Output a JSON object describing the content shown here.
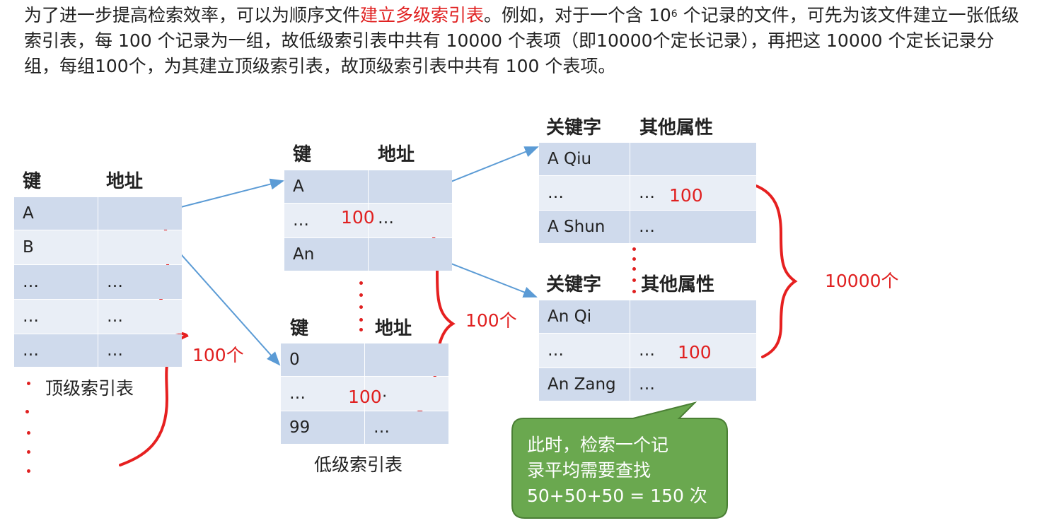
{
  "intro": {
    "part1": "为了进一步提高检索效率，可以为顺序文件",
    "highlight": "建立多级索引表",
    "part2": "。例如，对于一个含 10",
    "sup": "6",
    "part3": " 个记录的文件，可先为该文件建立一张低级索引表，每 100 个记录为一组，故低级索引表中共有 10000 个表项（即10000个定长记录），再把这 10000 个定长记录分组，每组100个，为其建立顶级索引表，故顶级索引表中共有 100 个表项。"
  },
  "top_table": {
    "header_key": "键",
    "header_addr": "地址",
    "rows": [
      [
        "A",
        ""
      ],
      [
        "B",
        ""
      ],
      [
        "…",
        "…"
      ],
      [
        "…",
        "…"
      ],
      [
        "…",
        "…"
      ]
    ],
    "caption": "顶级索引表"
  },
  "low_table_1": {
    "header_key": "键",
    "header_addr": "地址",
    "rows": [
      [
        "A",
        ""
      ],
      [
        "…",
        "…"
      ],
      [
        "An",
        ""
      ]
    ]
  },
  "low_table_2": {
    "header_key": "键",
    "header_addr": "地址",
    "rows": [
      [
        "0",
        ""
      ],
      [
        "…",
        "·"
      ],
      [
        "99",
        "…"
      ]
    ],
    "caption": "低级索引表"
  },
  "record_table_1": {
    "header_key": "关键字",
    "header_other": "其他属性",
    "rows": [
      [
        "A Qiu",
        ""
      ],
      [
        "…",
        "…"
      ],
      [
        "A Shun",
        "…"
      ]
    ]
  },
  "record_table_2": {
    "header_key": "关键字",
    "header_other": "其他属性",
    "rows": [
      [
        "An Qi",
        ""
      ],
      [
        "…",
        "…"
      ],
      [
        "An Zang",
        "…"
      ]
    ]
  },
  "annotations": {
    "top_count": "100个",
    "low_count": "100个",
    "record_count": "10000个",
    "low1_inner": "100",
    "low2_inner": "100",
    "rec1_inner": "100",
    "rec2_inner": "100"
  },
  "callout": {
    "line1": "此时，检索一个记",
    "line2": "录平均需要查找",
    "line3": "50+50+50 = 150 次",
    "color": "#6aa84f"
  },
  "colors": {
    "cell_dark": "#cfdaec",
    "cell_light": "#e9eef6",
    "annotation": "#e02020",
    "arrow": "#5b9bd5"
  }
}
